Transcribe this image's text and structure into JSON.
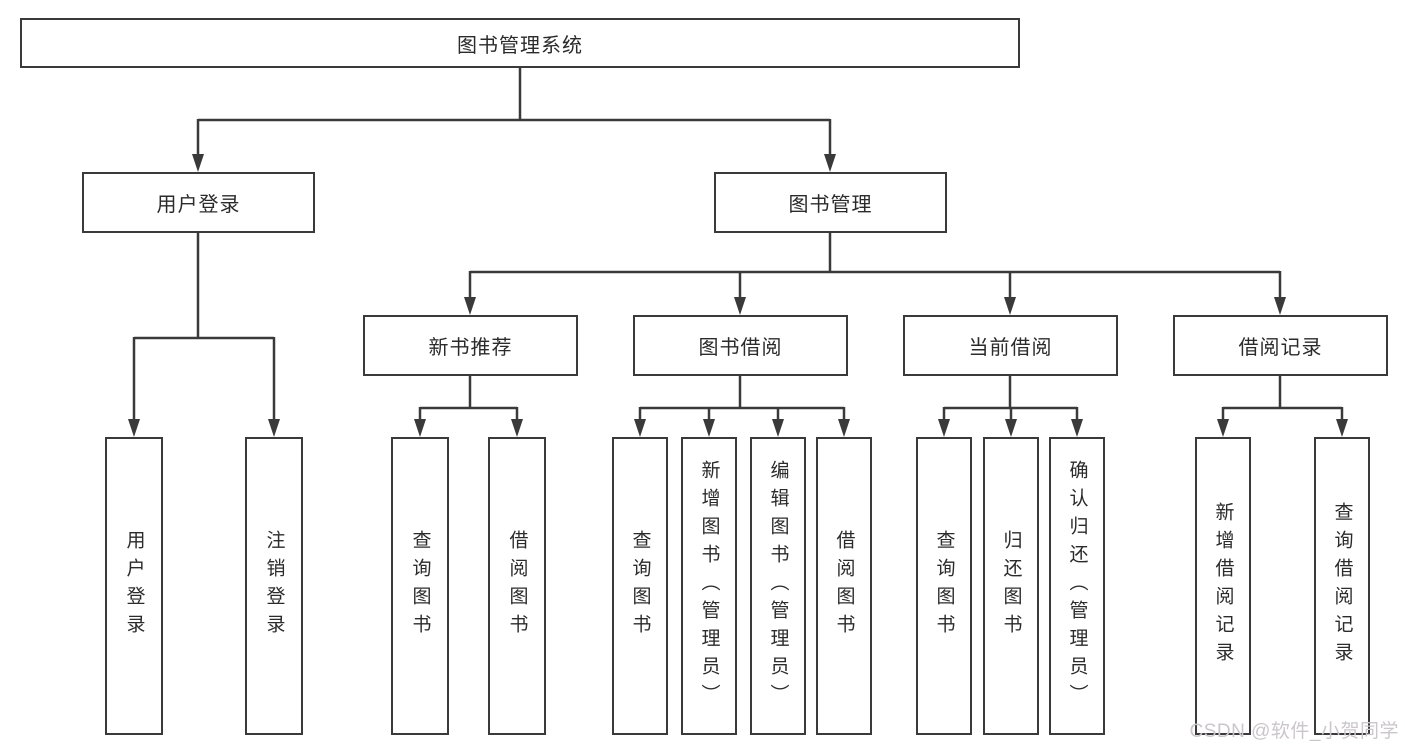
{
  "diagram_type": "hierarchy-tree",
  "tree": {
    "root": {
      "label": "图书管理系统"
    },
    "branches": [
      {
        "label": "用户登录",
        "children": [
          {
            "label": "用户登录"
          },
          {
            "label": "注销登录"
          }
        ]
      },
      {
        "label": "图书管理",
        "children": [
          {
            "label": "新书推荐",
            "children": [
              {
                "label": "查询图书"
              },
              {
                "label": "借阅图书"
              }
            ]
          },
          {
            "label": "图书借阅",
            "children": [
              {
                "label": "查询图书"
              },
              {
                "label": "新增图书（管理员）"
              },
              {
                "label": "编辑图书（管理员）"
              },
              {
                "label": "借阅图书"
              }
            ]
          },
          {
            "label": "当前借阅",
            "children": [
              {
                "label": "查询图书"
              },
              {
                "label": "归还图书"
              },
              {
                "label": "确认归还（管理员）"
              }
            ]
          },
          {
            "label": "借阅记录",
            "children": [
              {
                "label": "新增借阅记录"
              },
              {
                "label": "查询借阅记录"
              }
            ]
          }
        ]
      }
    ]
  },
  "watermark": "CSDN @软件_小贺同学",
  "colors": {
    "line": "#3a3a3a",
    "box_border": "#3a3a3a",
    "text": "#2b2b2b",
    "watermark": "#cbc6cb",
    "background": "#ffffff"
  }
}
